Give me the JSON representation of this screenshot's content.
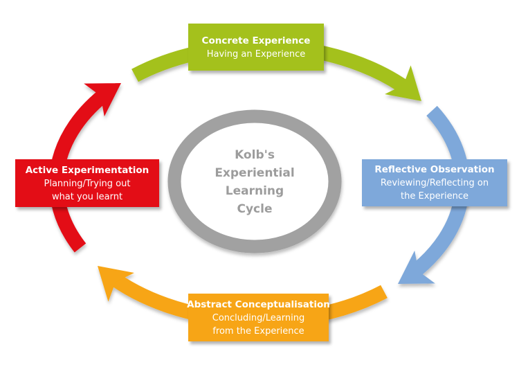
{
  "diagram_title": "Kolb's Experiential Learning Cycle",
  "center": {
    "lines": [
      "Kolb's",
      "Experiential",
      "Learning",
      "Cycle"
    ]
  },
  "stages": [
    {
      "id": "concrete-experience",
      "position": "top",
      "title": "Concrete Experience",
      "subtitle": "Having an Experience",
      "subtitle_lines": [
        "Having an Experience"
      ],
      "color": "#a4c11f"
    },
    {
      "id": "reflective-observation",
      "position": "right",
      "title": "Reflective Observation",
      "subtitle": "Reviewing/Reflecting on the Experience",
      "subtitle_lines": [
        "Reviewing/Reflecting on",
        "the Experience"
      ],
      "color": "#7ea8da"
    },
    {
      "id": "abstract-conceptualisation",
      "position": "bottom",
      "title": "Abstract Conceptualisation",
      "subtitle": "Concluding/Learning from the Experience",
      "subtitle_lines": [
        "Concluding/Learning",
        "from the Experience"
      ],
      "color": "#f7a512"
    },
    {
      "id": "active-experimentation",
      "position": "left",
      "title": "Active Experimentation",
      "subtitle": "Planning/Trying out what you learnt",
      "subtitle_lines": [
        "Planning/Trying out",
        "what you learnt"
      ],
      "color": "#e30b17"
    }
  ],
  "arrows": [
    {
      "from": "Concrete Experience",
      "to": "Reflective Observation",
      "color": "#a4c11f"
    },
    {
      "from": "Reflective Observation",
      "to": "Abstract Conceptualisation",
      "color": "#7ea8da"
    },
    {
      "from": "Abstract Conceptualisation",
      "to": "Active Experimentation",
      "color": "#f7a512"
    },
    {
      "from": "Active Experimentation",
      "to": "Concrete Experience",
      "color": "#e30b17"
    }
  ],
  "colors": {
    "background": "#ffffff",
    "ring": "#a1a1a1",
    "center_text": "#9c9c9c",
    "ring_fill": "#ffffff"
  }
}
